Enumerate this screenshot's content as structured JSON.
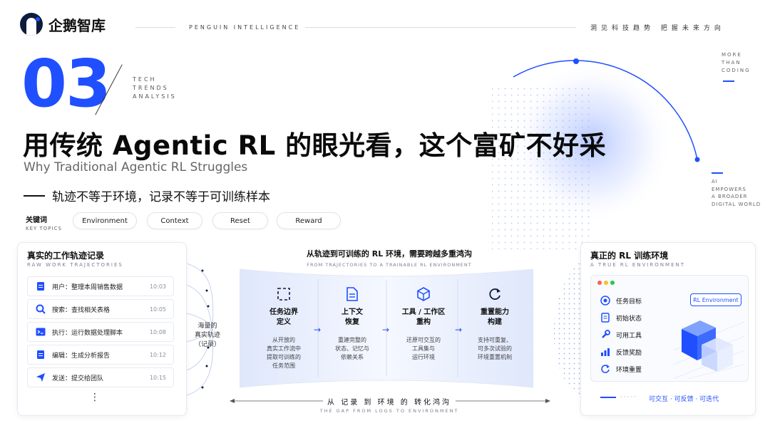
{
  "header": {
    "brand": "企鹅智库",
    "brand_en": "PENGUIN INTELLIGENCE",
    "slogan": "洞见科技趋势  把握未来方向"
  },
  "section": {
    "number": "03",
    "tech_lines": [
      "TECH",
      "TRENDS",
      "ANALYSIS"
    ],
    "title": "用传统 Agentic RL 的眼光看，这个富矿不好采",
    "subtitle_en": "Why Traditional Agentic RL Struggles",
    "tagline": "轨迹不等于环境，记录不等于可训练样本"
  },
  "keywords": {
    "label_cn": "关键词",
    "label_en": "KEY TOPICS",
    "items": [
      "Environment",
      "Context",
      "Reset",
      "Reward"
    ]
  },
  "side_notes": {
    "top": [
      "MORE",
      "THAN",
      "CODING"
    ],
    "bottom": [
      "AI",
      "EMPOWERS",
      "A BROADER",
      "DIGITAL WORLD"
    ]
  },
  "left_panel": {
    "title": "真实的工作轨迹记录",
    "subtitle": "RAW WORK TRAJECTORIES",
    "items": [
      {
        "icon": "document-icon",
        "text": "用户：整理本周销售数据",
        "time": "10:03"
      },
      {
        "icon": "search-icon",
        "text": "搜索：查找相关表格",
        "time": "10:05"
      },
      {
        "icon": "terminal-icon",
        "text": "执行：运行数据处理脚本",
        "time": "10:08"
      },
      {
        "icon": "document-icon",
        "text": "编辑：生成分析报告",
        "time": "10:12"
      },
      {
        "icon": "send-icon",
        "text": "发送：提交给团队",
        "time": "10:15"
      }
    ],
    "more": "⋮"
  },
  "funnel_label": [
    "海量的",
    "真实轨迹",
    "（记录）"
  ],
  "center": {
    "title": "从轨迹到可训练的 RL 环境，需要跨越多重鸿沟",
    "subtitle": "FROM TRAJECTORIES TO A TRAINABLE RL ENVIRONMENT",
    "steps": [
      {
        "icon": "frame-icon",
        "name": [
          "任务边界",
          "定义"
        ],
        "desc": [
          "从开放的",
          "真实工作流中",
          "提取可训练的",
          "任务范围"
        ]
      },
      {
        "icon": "file-text-icon",
        "name": [
          "上下文",
          "恢复"
        ],
        "desc": [
          "重建完整的",
          "状态、记忆与",
          "依赖关系"
        ]
      },
      {
        "icon": "cube-icon",
        "name": [
          "工具 / 工作区",
          "重构"
        ],
        "desc": [
          "还原可交互的",
          "工具集与",
          "运行环境"
        ]
      },
      {
        "icon": "refresh-icon",
        "name": [
          "重置能力",
          "构建"
        ],
        "desc": [
          "支持可重复、",
          "可多次试验的",
          "环境重置机制"
        ]
      }
    ],
    "gap_label": "从 记录 到 环境 的 转化鸿沟",
    "gap_sub": "THE GAP FROM LOGS TO ENVIRONMENT"
  },
  "right_panel": {
    "title": "真正的 RL 训练环境",
    "subtitle": "A TRUE RL ENVIRONMENT",
    "badge": "RL Environment",
    "items": [
      {
        "icon": "target-icon",
        "text": "任务目标"
      },
      {
        "icon": "state-doc-icon",
        "text": "初始状态"
      },
      {
        "icon": "wrench-icon",
        "text": "可用工具"
      },
      {
        "icon": "bar-chart-icon",
        "text": "反馈奖励"
      },
      {
        "icon": "reset-icon",
        "text": "环境重置"
      }
    ],
    "footer": "可交互 · 可反馈 · 可迭代"
  },
  "colors": {
    "accent": "#1f4fff",
    "text": "#111111",
    "muted": "#7a8194"
  }
}
